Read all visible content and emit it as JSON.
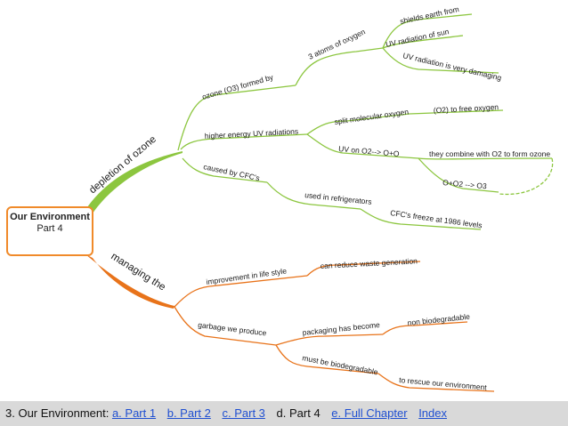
{
  "center": {
    "title": "Our Environment",
    "subtitle": "Part 4"
  },
  "branches": {
    "depletion": "depletion of ozone",
    "managing": "managing the"
  },
  "nodes": {
    "ozone_formed": "ozone (O3) formed by",
    "three_atoms": "3 atoms of oxygen",
    "shields": "shields earth from",
    "uv_sun": "UV radiation of sun",
    "uv_damaging": "UV radiation is very damaging",
    "higher_energy": "higher energy UV radiations",
    "split_molecular": "split molecular oxygen",
    "o2_free": "(O2) to free oxygen",
    "uv_on_o2": "UV on O2--> O+O",
    "combine": "they combine with O2 to form ozone",
    "o_o2": "O+O2 --> O3",
    "caused_cfc": "caused by CFC's",
    "used_refrigerators": "used in refrigerators",
    "cfc_freeze": "CFC's freeze at 1986 levels",
    "improvement": "improvement in life style",
    "reduce_waste": "can reduce waste generation",
    "garbage": "garbage we produce",
    "packaging": "packaging has become",
    "non_bio": "non biodegradable",
    "must_bio": "must be biodegradable",
    "rescue": "to rescue our environment"
  },
  "footer": {
    "prefix": "3. Our Environment:",
    "part1": "a. Part 1",
    "part2": "b. Part 2",
    "part3": "c. Part 3",
    "part4": "d. Part 4",
    "full": "e. Full Chapter",
    "index": "Index"
  },
  "colors": {
    "green": "#8cc63f",
    "orange": "#e8731a",
    "link": "#1f4fd1",
    "footer_bg": "#d9d9d9"
  }
}
